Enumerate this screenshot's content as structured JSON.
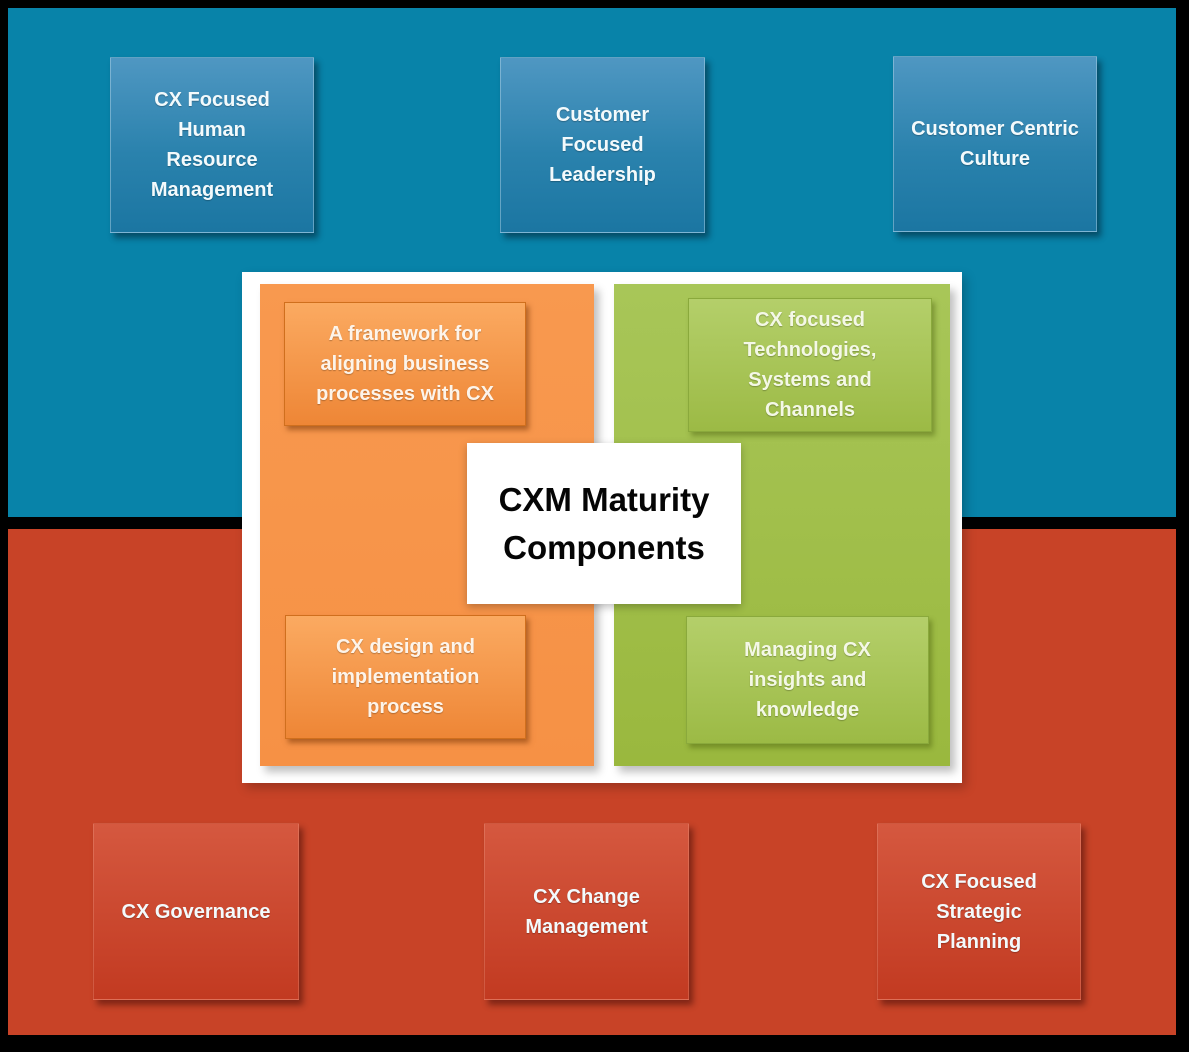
{
  "diagram": {
    "title": "CXM Maturity Components",
    "colors": {
      "frame": "#000000",
      "background_top": "#0883A9",
      "background_bottom": "#C84327",
      "blue_card_top": "#4F97C2",
      "blue_card_bottom": "#1B76A2",
      "red_card_top": "#D5583F",
      "red_card_bottom": "#C23A21",
      "panel_orange": "#F79549",
      "panel_green": "#A0BE48",
      "orange_card_top": "#FBAA61",
      "orange_card_bottom": "#EE8636",
      "green_card_top": "#B4CF6A",
      "green_card_bottom": "#9CBA45",
      "center_panel": "#FFFFFF",
      "card_text": "#F3FAFC",
      "title_text": "#050505"
    },
    "top_row": [
      {
        "label": "CX Focused Human Resource Management"
      },
      {
        "label": "Customer Focused Leadership"
      },
      {
        "label": "Customer Centric Culture"
      }
    ],
    "quadrants": {
      "orange": [
        {
          "label": "A framework for aligning business processes with CX"
        },
        {
          "label": "CX design and implementation process"
        }
      ],
      "green": [
        {
          "label": "CX focused Technologies, Systems and Channels"
        },
        {
          "label": "Managing CX insights and knowledge"
        }
      ]
    },
    "bottom_row": [
      {
        "label": "CX Governance"
      },
      {
        "label": "CX Change Management"
      },
      {
        "label": "CX Focused Strategic Planning"
      }
    ]
  }
}
